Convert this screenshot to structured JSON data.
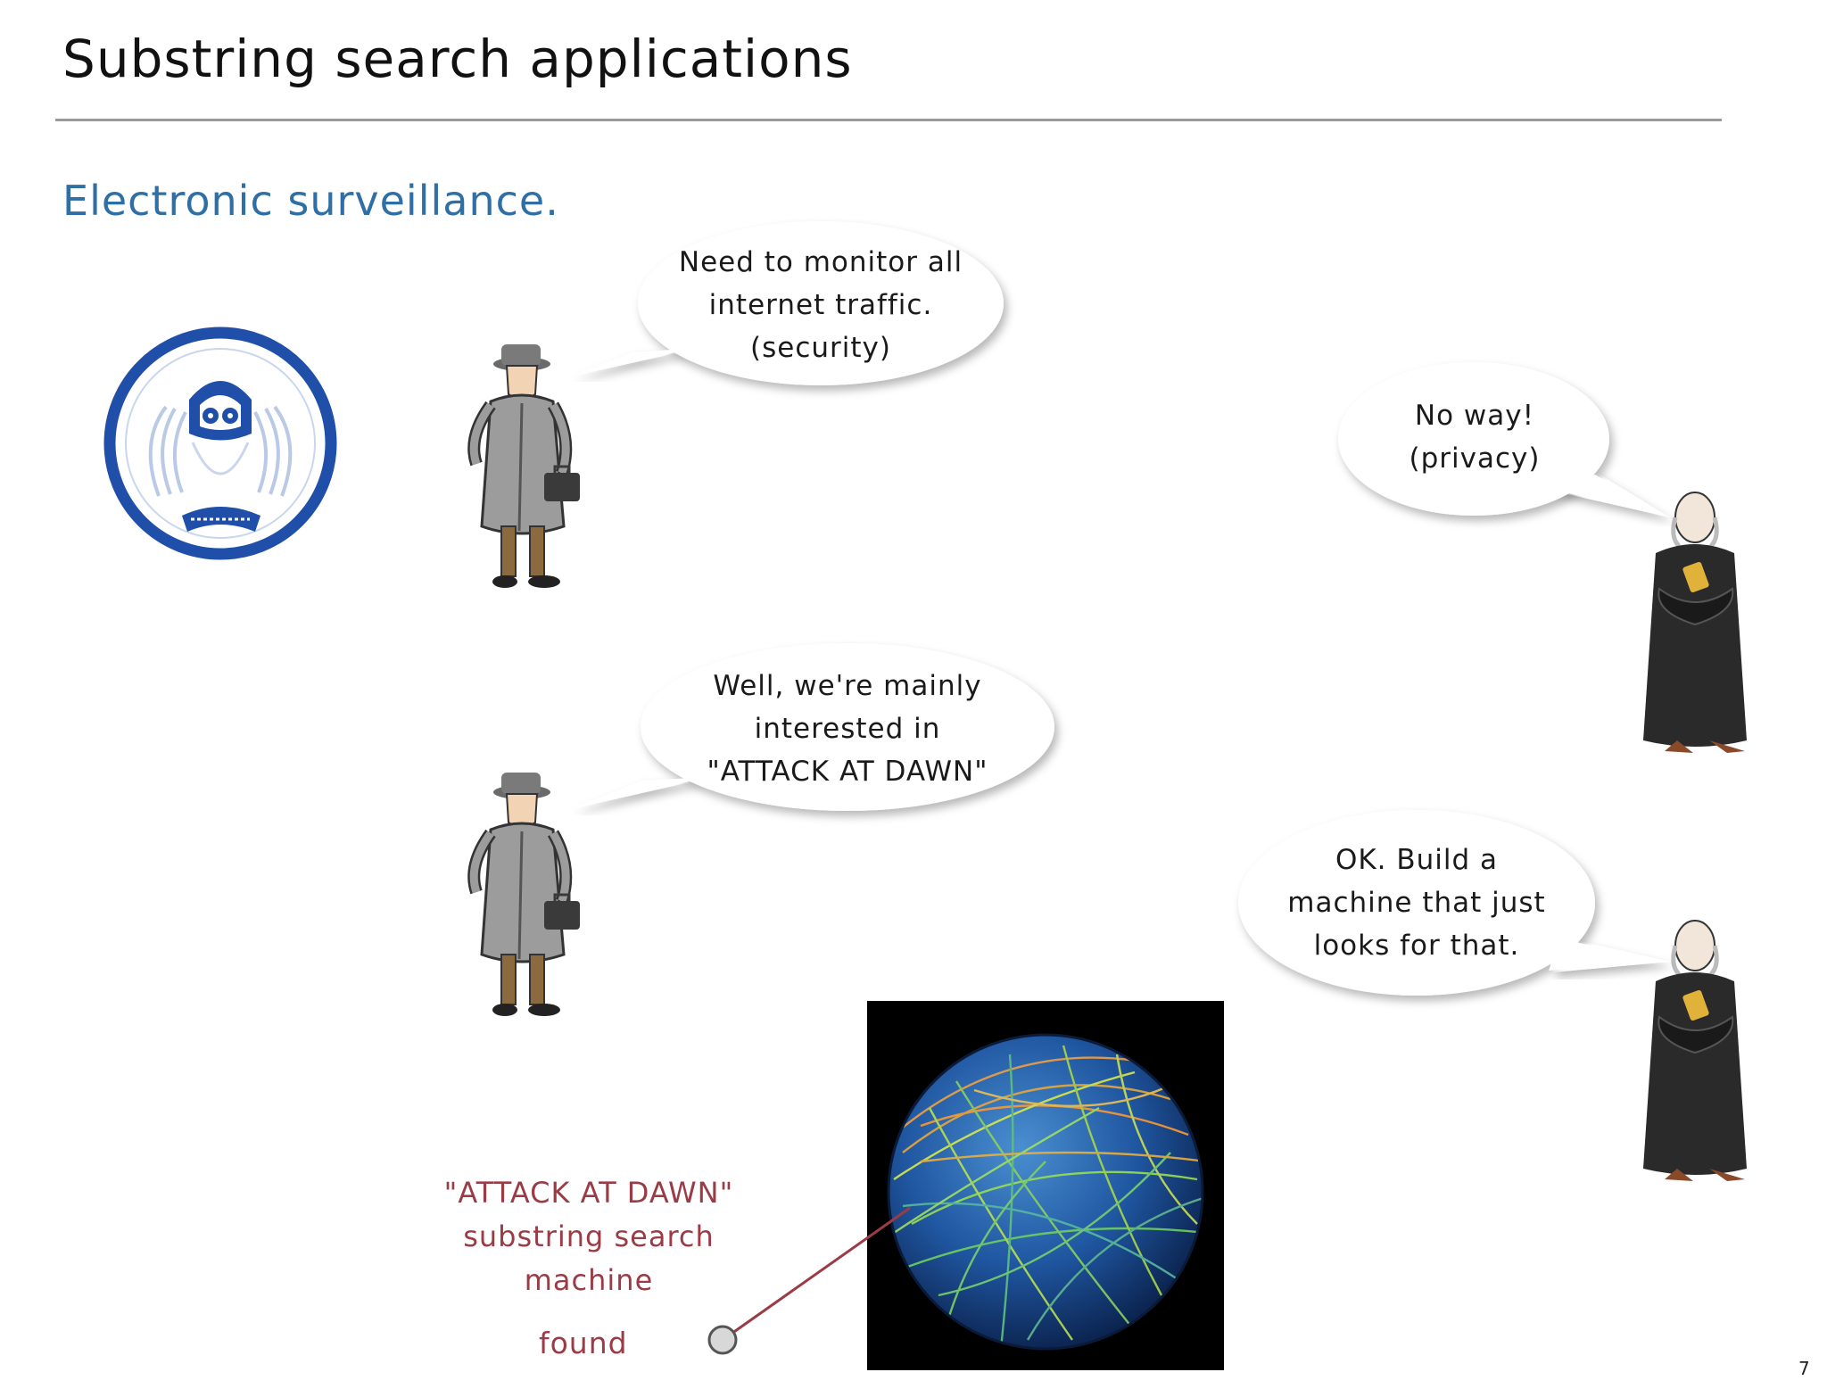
{
  "slide": {
    "title": "Substring search applications",
    "subtitle": "Electronic surveillance.",
    "page_number": "7"
  },
  "bubbles": {
    "agent_1": [
      "Need to monitor all",
      "internet traffic.",
      "(security)"
    ],
    "judge_1": [
      "No way!",
      "(privacy)"
    ],
    "agent_2": [
      "Well, we're mainly",
      "interested in",
      "\"ATTACK AT DAWN\""
    ],
    "judge_2": [
      "OK. Build a",
      "machine that just",
      "looks for that."
    ]
  },
  "machine": {
    "label": [
      "\"ATTACK AT DAWN\"",
      "substring search",
      "machine"
    ],
    "found_label": "found"
  },
  "colors": {
    "title": "#111111",
    "subtitle": "#2f6fa6",
    "callout": "#9b3b45",
    "seal_blue": "#1f4fa8",
    "coat_gray": "#9c9c9c",
    "robe_black": "#2a2a2a"
  },
  "icons": {
    "seal": "nsa-seal-icon",
    "agent": "spy-agent-icon",
    "judge": "judge-icon",
    "globe": "internet-globe-icon"
  }
}
